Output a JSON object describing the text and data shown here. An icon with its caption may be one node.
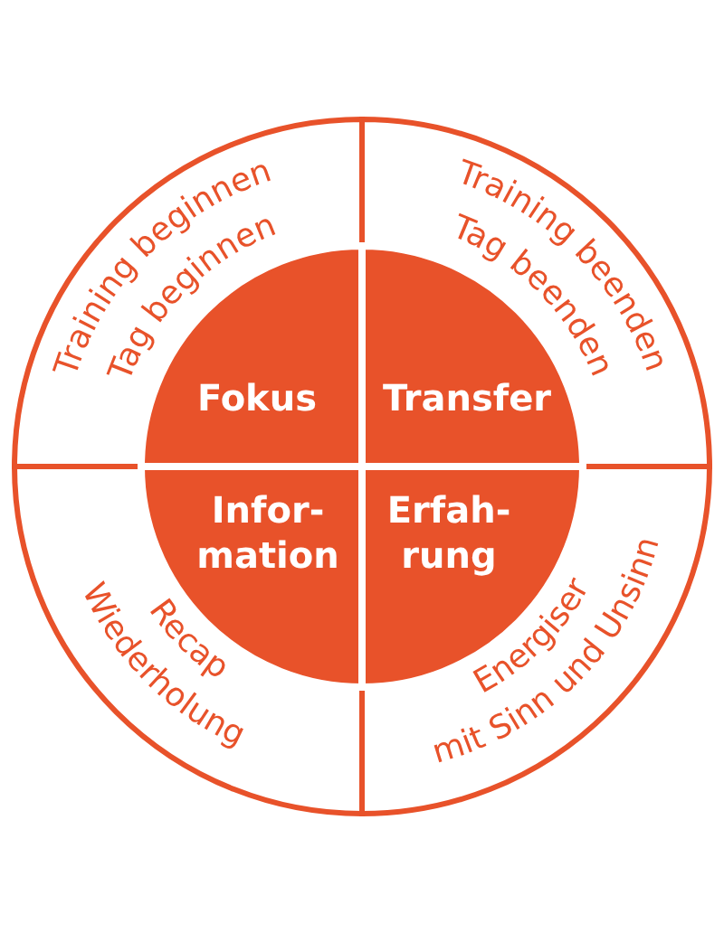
{
  "diagram": {
    "nodes": [
      {
        "text": [
          "Training beginnen",
          "Tag beginnen"
        ]
      },
      {
        "text": [
          "Training beenden",
          "Tag beenden"
        ]
      },
      {
        "text": [
          "Recap",
          "Wiederholung"
        ]
      },
      {
        "text": [
          "Energiser",
          "mit Sinn und Unsinn"
        ]
      },
      {
        "text": [
          "Fokus"
        ]
      },
      {
        "text": [
          "Transfer"
        ]
      },
      {
        "text": [
          "Infor- mation"
        ]
      },
      {
        "text": [
          "Erfah- rung"
        ]
      }
    ]
  }
}
